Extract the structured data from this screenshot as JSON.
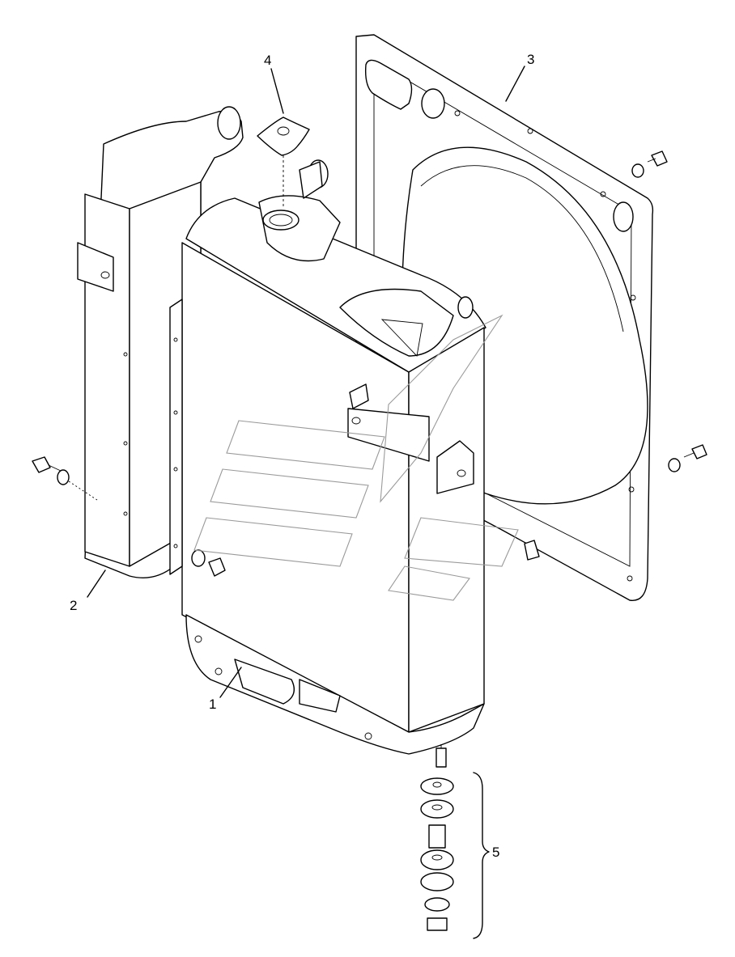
{
  "callouts": {
    "radiator": "1",
    "intercooler": "2",
    "fan_shroud": "3",
    "filler_cap": "4",
    "mounting_kit": "5"
  },
  "colors": {
    "line": "#000000",
    "background": "#ffffff",
    "watermark": "#9a9a9a"
  }
}
